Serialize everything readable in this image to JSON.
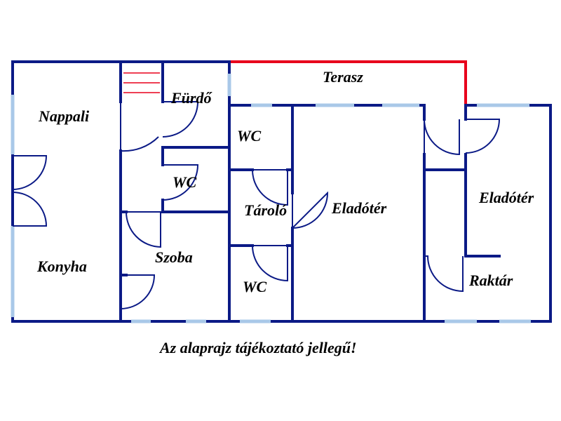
{
  "floorplan": {
    "rooms": {
      "nappali": "Nappali",
      "furdo": "Fürdő",
      "terasz": "Terasz",
      "wc1": "WC",
      "wc2": "WC",
      "wc3": "WC",
      "tarolo": "Tároló",
      "eladoter1": "Eladótér",
      "eladoter2": "Eladótér",
      "konyha": "Konyha",
      "szoba": "Szoba",
      "raktar": "Raktár"
    },
    "note": "Az alaprajz tájékoztató jellegű!"
  },
  "colors": {
    "wall": "#0b1a86",
    "window": "#a9c8e8",
    "terrace_outline": "#e8001c",
    "stairs": "#e8001c"
  }
}
